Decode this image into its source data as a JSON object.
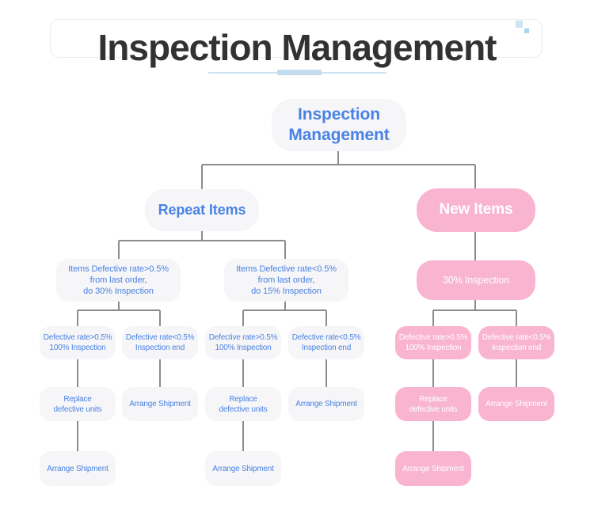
{
  "header": {
    "title": "Inspection Management"
  },
  "colors": {
    "accent-blue": "#4a82e4",
    "pink": "#f9b4d0",
    "node-bg": "#f6f6f8",
    "line-gray": "#8c8c8c",
    "title-color": "#323232",
    "underline-blue": "#cfe4f2",
    "underline-blue-dark": "#c3dcee"
  },
  "flowchart": {
    "root": {
      "label": "Inspection\nManagement"
    },
    "repeat": {
      "label": "Repeat Items",
      "gt_branch": {
        "label": "Items Defective rate>0.5%\nfrom last order,\ndo 30% Inspection",
        "defect_high": {
          "label": "Defective rate>0.5%\n100% Inspection"
        },
        "defect_low": {
          "label": "Defective rate<0.5%\nInspection end"
        },
        "replace": {
          "label": "Replace\ndefective units"
        },
        "arrange_after_low": {
          "label": "Arrange Shipment"
        },
        "arrange_after_replace": {
          "label": "Arrange Shipment"
        }
      },
      "lt_branch": {
        "label": "Items Defective rate<0.5%\nfrom last order,\ndo 15% Inspection",
        "defect_high": {
          "label": "Defective rate>0.5%\n100% Inspection"
        },
        "defect_low": {
          "label": "Defective rate<0.5%\nInspection end"
        },
        "replace": {
          "label": "Replace\ndefective units"
        },
        "arrange_after_low": {
          "label": "Arrange Shipment"
        },
        "arrange_after_replace": {
          "label": "Arrange Shipment"
        }
      }
    },
    "new_items": {
      "label": "New Items",
      "inspection": {
        "label": "30% Inspection"
      },
      "defect_high": {
        "label": "Defective rate>0.5%\n100% Inspection"
      },
      "defect_low": {
        "label": "Defective rate<0.5%\nInspection end"
      },
      "replace": {
        "label": "Replace\ndefective units"
      },
      "arrange_after_low": {
        "label": "Arrange Shipment"
      },
      "arrange_after_replace": {
        "label": "Arrange Shipment"
      }
    }
  }
}
